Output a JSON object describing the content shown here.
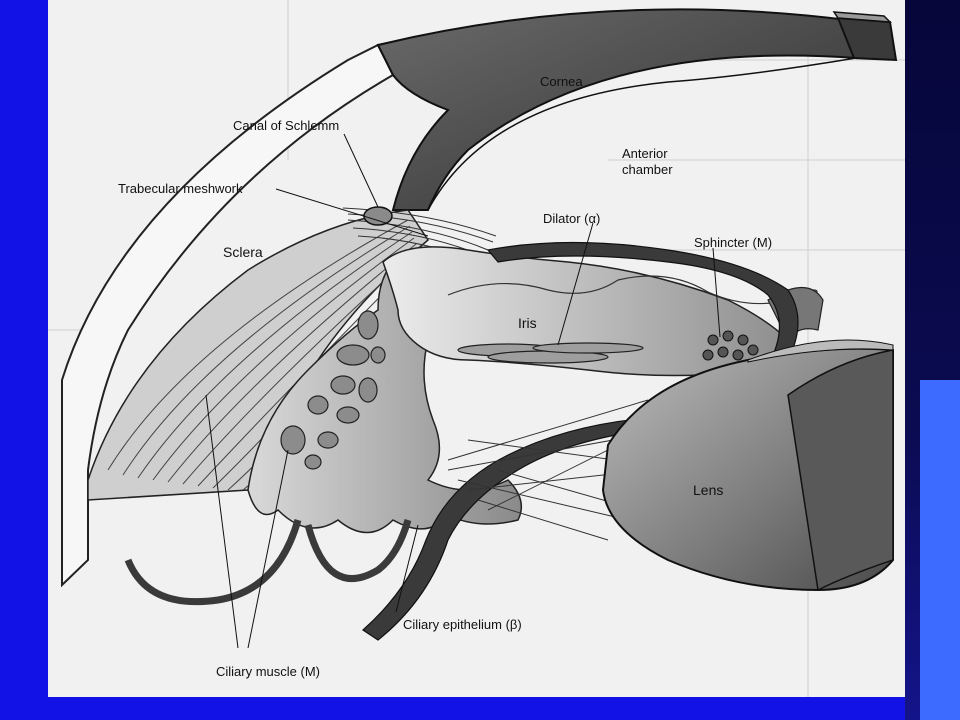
{
  "colors": {
    "slide_background": "#1212e6",
    "right_band": "#0b0b52",
    "right_accent": "#3d6bff",
    "paper": "#f1f1f1",
    "ink": "#111111"
  },
  "labels": {
    "cornea": "Cornea",
    "canal_of_schlemm": "Canal of Schlemm",
    "anterior_chamber_1": "Anterior",
    "anterior_chamber_2": "chamber",
    "trabecular_meshwork": "Trabecular meshwork",
    "dilator": "Dilator (α)",
    "sphincter": "Sphincter (M)",
    "sclera": "Sclera",
    "iris": "Iris",
    "lens": "Lens",
    "ciliary_epithelium": "Ciliary epithelium (β)",
    "ciliary_muscle": "Ciliary muscle (M)"
  }
}
